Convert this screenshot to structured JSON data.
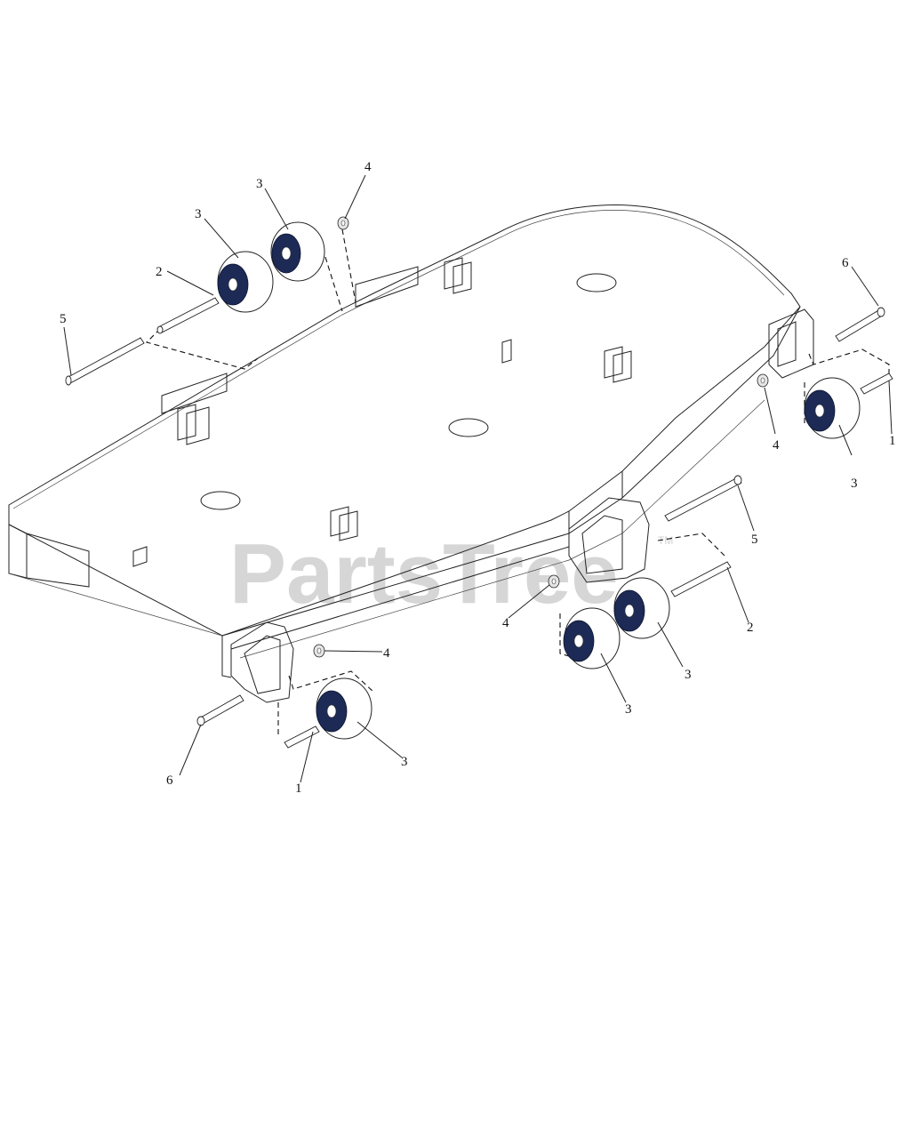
{
  "watermark": {
    "brand": "PartsTree",
    "tm": "TM"
  },
  "callouts": [
    {
      "id": "c-4-top",
      "text": "4"
    },
    {
      "id": "c-3-topright",
      "text": "3"
    },
    {
      "id": "c-3-topleft",
      "text": "3"
    },
    {
      "id": "c-2-topleft",
      "text": "2"
    },
    {
      "id": "c-5-left",
      "text": "5"
    },
    {
      "id": "c-6-right",
      "text": "6"
    },
    {
      "id": "c-4-right",
      "text": "4"
    },
    {
      "id": "c-1-right",
      "text": "1"
    },
    {
      "id": "c-3-right",
      "text": "3"
    },
    {
      "id": "c-5-mid",
      "text": "5"
    },
    {
      "id": "c-2-mid",
      "text": "2"
    },
    {
      "id": "c-4-mid",
      "text": "4"
    },
    {
      "id": "c-3-midright",
      "text": "3"
    },
    {
      "id": "c-3-midleft",
      "text": "3"
    },
    {
      "id": "c-4-front",
      "text": "4"
    },
    {
      "id": "c-3-front",
      "text": "3"
    },
    {
      "id": "c-6-front",
      "text": "6"
    },
    {
      "id": "c-1-front",
      "text": "1"
    }
  ]
}
